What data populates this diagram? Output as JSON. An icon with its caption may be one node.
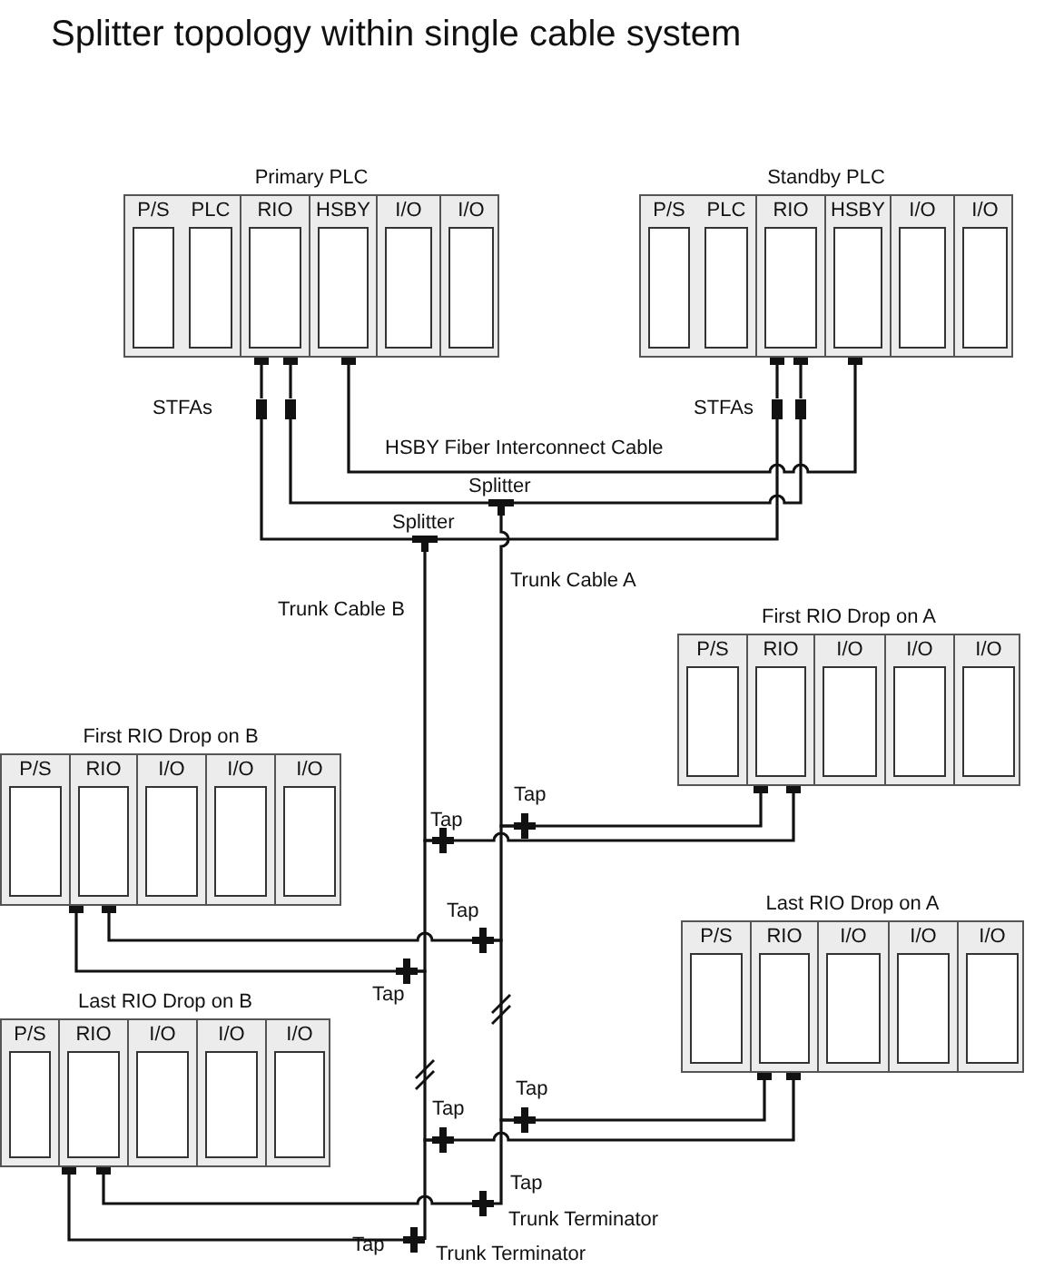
{
  "diagram": {
    "title": "Splitter topology within single cable system",
    "nodes": [
      {
        "text": [
          "Primary PLC"
        ]
      },
      {
        "text": [
          "P/S"
        ],
        "in": 0
      },
      {
        "text": [
          "PLC"
        ],
        "in": 0
      },
      {
        "text": [
          "RIO"
        ],
        "in": 0
      },
      {
        "text": [
          "HSBY"
        ],
        "in": 0
      },
      {
        "text": [
          "I/O"
        ],
        "in": 0
      },
      {
        "text": [
          "I/O"
        ],
        "in": 0
      },
      {
        "text": [
          "Standby PLC"
        ]
      },
      {
        "text": [
          "P/S"
        ],
        "in": 7
      },
      {
        "text": [
          "PLC"
        ],
        "in": 7
      },
      {
        "text": [
          "RIO"
        ],
        "in": 7
      },
      {
        "text": [
          "HSBY"
        ],
        "in": 7
      },
      {
        "text": [
          "I/O"
        ],
        "in": 7
      },
      {
        "text": [
          "I/O"
        ],
        "in": 7
      },
      {
        "text": [
          "First RIO Drop on A"
        ]
      },
      {
        "text": [
          "P/S"
        ],
        "in": 14
      },
      {
        "text": [
          "RIO"
        ],
        "in": 14
      },
      {
        "text": [
          "I/O"
        ],
        "in": 14
      },
      {
        "text": [
          "I/O"
        ],
        "in": 14
      },
      {
        "text": [
          "I/O"
        ],
        "in": 14
      },
      {
        "text": [
          "First RIO Drop on B"
        ]
      },
      {
        "text": [
          "P/S"
        ],
        "in": 20
      },
      {
        "text": [
          "RIO"
        ],
        "in": 20
      },
      {
        "text": [
          "I/O"
        ],
        "in": 20
      },
      {
        "text": [
          "I/O"
        ],
        "in": 20
      },
      {
        "text": [
          "I/O"
        ],
        "in": 20
      },
      {
        "text": [
          "Last RIO Drop on A"
        ]
      },
      {
        "text": [
          "P/S"
        ],
        "in": 26
      },
      {
        "text": [
          "RIO"
        ],
        "in": 26
      },
      {
        "text": [
          "I/O"
        ],
        "in": 26
      },
      {
        "text": [
          "I/O"
        ],
        "in": 26
      },
      {
        "text": [
          "I/O"
        ],
        "in": 26
      },
      {
        "text": [
          "Last RIO Drop on B"
        ]
      },
      {
        "text": [
          "P/S"
        ],
        "in": 32
      },
      {
        "text": [
          "RIO"
        ],
        "in": 32
      },
      {
        "text": [
          "I/O"
        ],
        "in": 32
      },
      {
        "text": [
          "I/O"
        ],
        "in": 32
      },
      {
        "text": [
          "I/O"
        ],
        "in": 32
      },
      {
        "text": [],
        "shape": "box"
      },
      {
        "text": [],
        "shape": "box"
      },
      {
        "text": [],
        "shape": "box"
      },
      {
        "text": [],
        "shape": "box"
      },
      {
        "text": [],
        "shape": "bar",
        "beside": [
          "Splitter"
        ]
      },
      {
        "text": [],
        "shape": "bar",
        "beside": [
          "Splitter"
        ]
      },
      {
        "text": [],
        "shape": "cross",
        "beside": [
          "Tap"
        ]
      },
      {
        "text": [],
        "shape": "cross",
        "beside": [
          "Tap"
        ]
      },
      {
        "text": [],
        "shape": "cross",
        "beside": [
          "Tap"
        ]
      },
      {
        "text": [],
        "shape": "cross",
        "beside": [
          "Tap"
        ]
      },
      {
        "text": [],
        "shape": "cross",
        "beside": [
          "Tap"
        ]
      },
      {
        "text": [],
        "shape": "cross",
        "beside": [
          "Tap"
        ]
      },
      {
        "text": [],
        "shape": "cross",
        "beside": [
          "Tap",
          "Trunk Terminator"
        ]
      },
      {
        "text": [],
        "shape": "cross",
        "beside": [
          "Tap",
          "Trunk Terminator"
        ]
      }
    ],
    "edges": [
      {
        "from": 3,
        "to": 38,
        "arrow": "other"
      },
      {
        "from": 3,
        "to": 39,
        "arrow": "other"
      },
      {
        "from": 10,
        "to": 40,
        "arrow": "other"
      },
      {
        "from": 10,
        "to": 41,
        "arrow": "other"
      },
      {
        "from": 38,
        "to": 43,
        "arrow": "none"
      },
      {
        "from": 40,
        "to": 43,
        "arrow": "none"
      },
      {
        "from": 39,
        "to": 42,
        "arrow": "none"
      },
      {
        "from": 41,
        "to": 42,
        "arrow": "none"
      },
      {
        "from": 4,
        "to": 11,
        "arrow": "other",
        "label": "HSBY Fiber Interconnect Cable"
      },
      {
        "from": 42,
        "to": 44,
        "arrow": "none",
        "label": "Trunk Cable A"
      },
      {
        "from": 44,
        "to": 46,
        "arrow": "none"
      },
      {
        "from": 46,
        "to": 48,
        "arrow": "none"
      },
      {
        "from": 48,
        "to": 50,
        "arrow": "none"
      },
      {
        "from": 43,
        "to": 45,
        "arrow": "none",
        "label": "Trunk Cable B"
      },
      {
        "from": 45,
        "to": 47,
        "arrow": "none"
      },
      {
        "from": 47,
        "to": 49,
        "arrow": "none"
      },
      {
        "from": 49,
        "to": 51,
        "arrow": "none"
      },
      {
        "from": 44,
        "to": 16,
        "arrow": "other"
      },
      {
        "from": 45,
        "to": 16,
        "arrow": "other"
      },
      {
        "from": 46,
        "to": 22,
        "arrow": "other"
      },
      {
        "from": 47,
        "to": 22,
        "arrow": "other"
      },
      {
        "from": 48,
        "to": 28,
        "arrow": "other"
      },
      {
        "from": 49,
        "to": 28,
        "arrow": "other"
      },
      {
        "from": 50,
        "to": 34,
        "arrow": "other"
      },
      {
        "from": 51,
        "to": 34,
        "arrow": "other"
      }
    ],
    "labels": [
      "STFAs",
      "STFAs"
    ]
  }
}
